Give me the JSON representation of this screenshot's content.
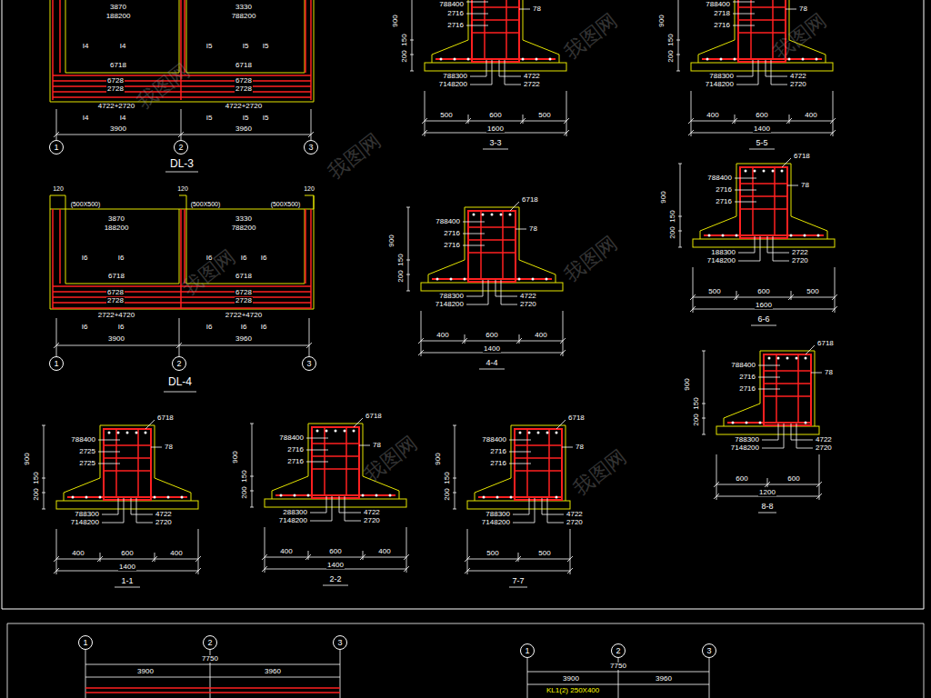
{
  "diagram": {
    "nodes": [
      {
        "text": [
          "1"
        ]
      },
      {
        "text": [
          "2"
        ]
      },
      {
        "text": [
          "3"
        ]
      },
      {
        "text": [
          "1"
        ]
      },
      {
        "text": [
          "2"
        ]
      },
      {
        "text": [
          "3"
        ]
      },
      {
        "text": [
          "1"
        ]
      },
      {
        "text": [
          "2"
        ]
      },
      {
        "text": [
          "3"
        ]
      },
      {
        "text": [
          "1"
        ]
      },
      {
        "text": [
          "2"
        ]
      },
      {
        "text": [
          "3"
        ]
      }
    ],
    "labels": [
      "3870",
      "188200",
      "3330",
      "788200",
      "I4",
      "I4",
      "I5",
      "I5",
      "I5",
      "6718",
      "6718",
      "6728",
      "2728",
      "6728",
      "2728",
      "4722+2720",
      "4722+2720",
      "I4",
      "I4",
      "I5",
      "I5",
      "I5",
      "3900",
      "3960",
      "DL-3",
      "120",
      "(500X500)",
      "120",
      "(500X500)",
      "120",
      "(500X500)",
      "3870",
      "188200",
      "3330",
      "788200",
      "I6",
      "I6",
      "I6",
      "I6",
      "I6",
      "6718",
      "6718",
      "6728",
      "2728",
      "6728",
      "2728",
      "2722+4720",
      "2722+4720",
      "I6",
      "I6",
      "I6",
      "I6",
      "I6",
      "3900",
      "3960",
      "DL-4",
      "788400",
      "2716",
      "2716",
      "78",
      "788300",
      "7148200",
      "4722",
      "2722",
      "500",
      "600",
      "500",
      "1600",
      "3-3",
      "900",
      "150",
      "200",
      "788400",
      "2718",
      "2716",
      "78",
      "788300",
      "7148200",
      "4722",
      "2720",
      "400",
      "600",
      "400",
      "1400",
      "5-5",
      "900",
      "150",
      "200",
      "6718",
      "788400",
      "2716",
      "2716",
      "78",
      "788300",
      "7148200",
      "4722",
      "2720",
      "400",
      "600",
      "400",
      "1400",
      "4-4",
      "900",
      "150",
      "200",
      "6718",
      "788400",
      "2716",
      "2716",
      "78",
      "188300",
      "7148200",
      "2722",
      "2720",
      "500",
      "600",
      "500",
      "1600",
      "6-6",
      "900",
      "150",
      "200",
      "6718",
      "788400",
      "2716",
      "2716",
      "78",
      "788300",
      "7148200",
      "4722",
      "2720",
      "600",
      "600",
      "1200",
      "8-8",
      "900",
      "150",
      "200",
      "6718",
      "788400",
      "2725",
      "2725",
      "78",
      "788300",
      "7148200",
      "4722",
      "2720",
      "400",
      "600",
      "400",
      "1400",
      "1-1",
      "900",
      "150",
      "200",
      "6718",
      "788400",
      "2716",
      "2716",
      "78",
      "288300",
      "7148200",
      "4722",
      "2720",
      "400",
      "600",
      "400",
      "1400",
      "2-2",
      "900",
      "150",
      "200",
      "6718",
      "788400",
      "2716",
      "2716",
      "78",
      "788300",
      "7148200",
      "4722",
      "2720",
      "500",
      "500",
      "7-7",
      "900",
      "150",
      "200",
      "7750",
      "3900",
      "3960",
      "7750",
      "3900",
      "3960",
      "KL1(2) 250X400",
      "我图网",
      "我图网",
      "我图网",
      "我图网",
      "我图网",
      "我图网",
      "我图网",
      "我图网"
    ]
  }
}
